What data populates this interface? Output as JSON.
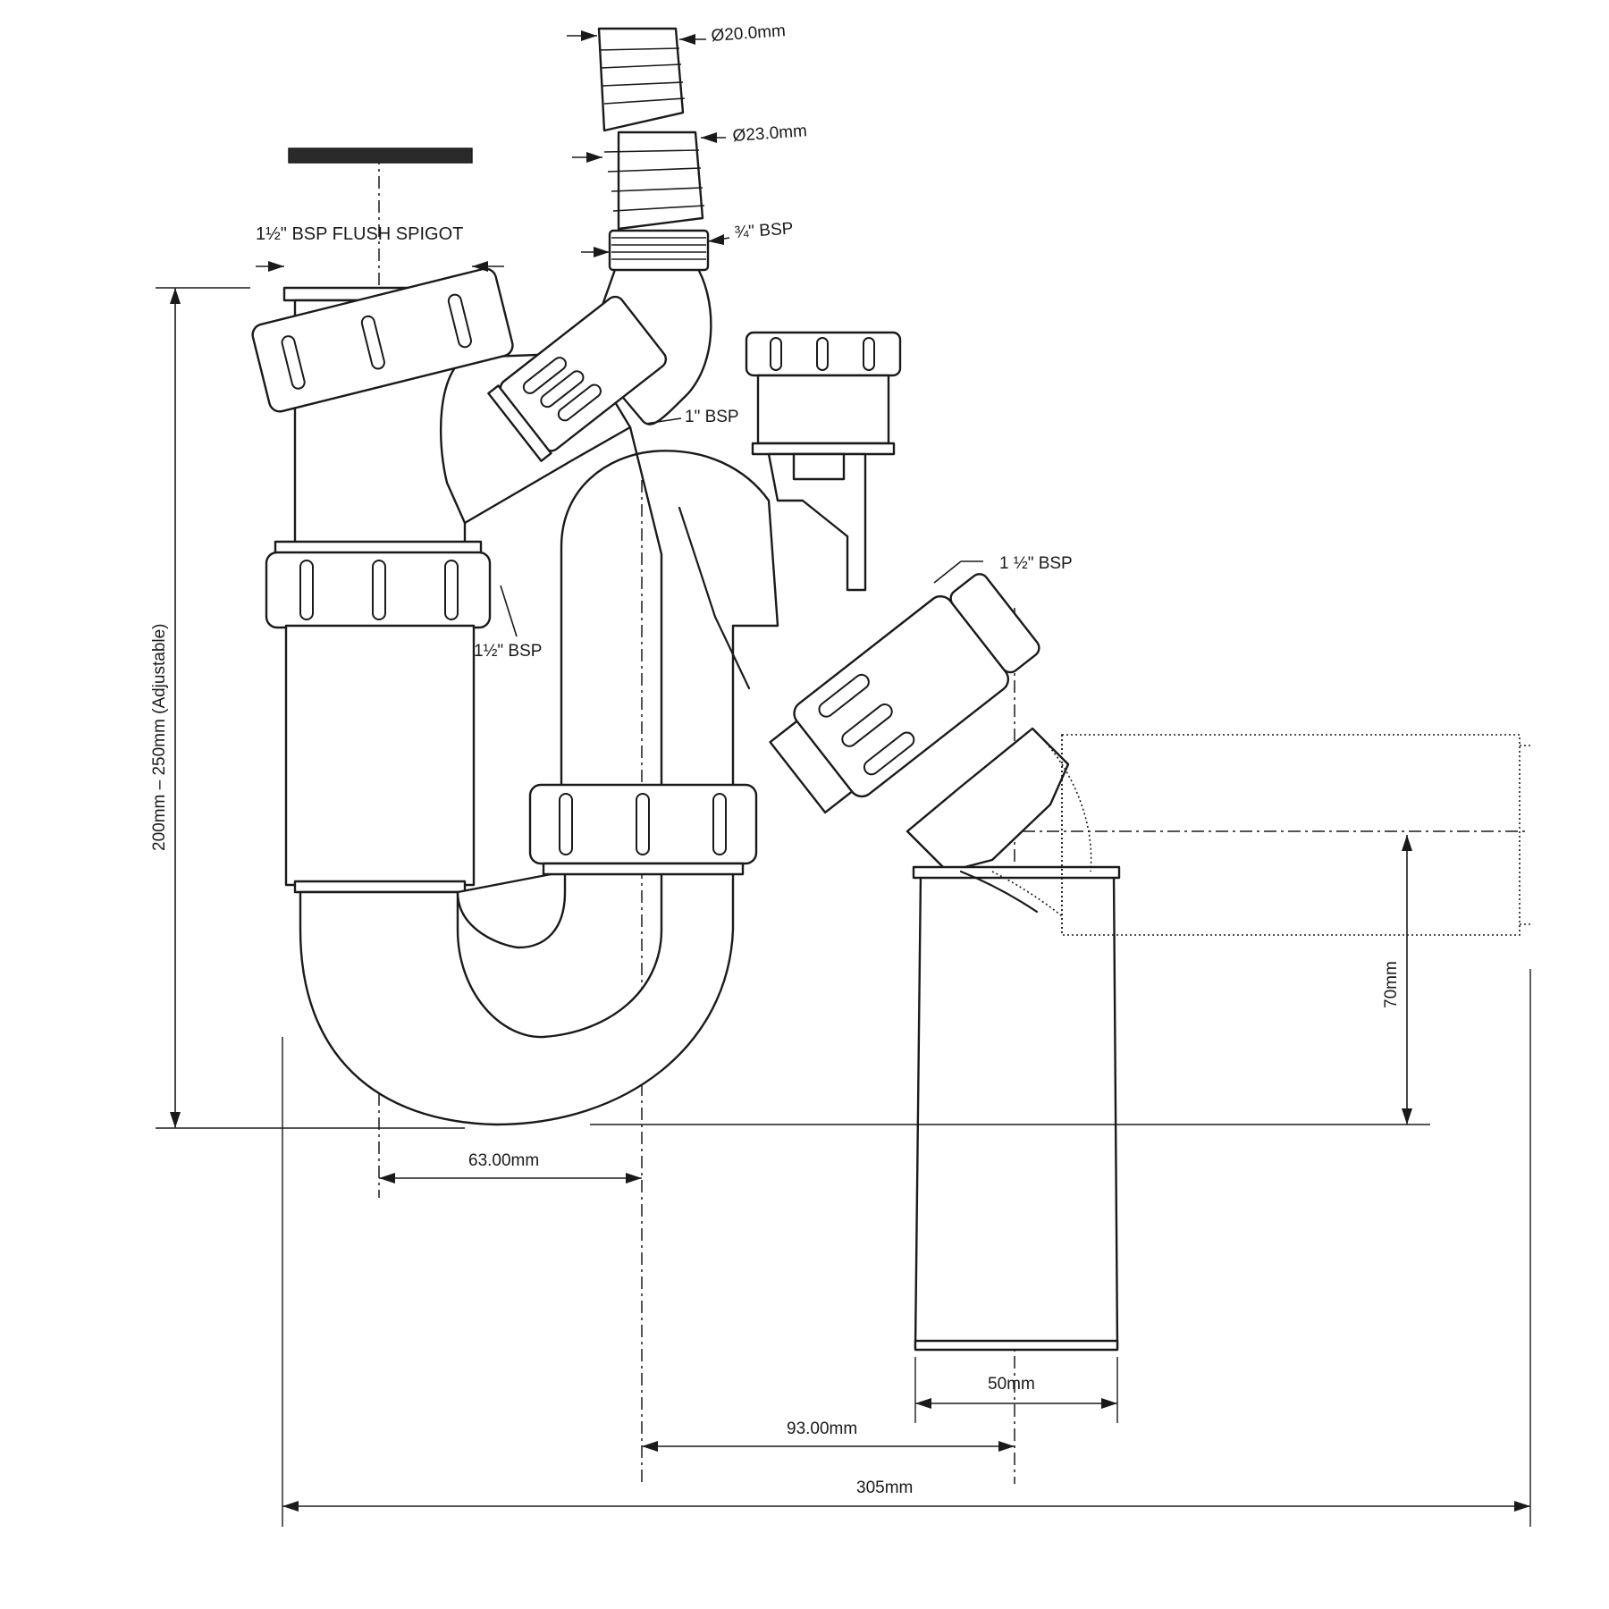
{
  "labels": {
    "flush_spigot": "1½\" BSP FLUSH SPIGOT",
    "dia_20": "Ø20.0mm",
    "dia_23": "Ø23.0mm",
    "bsp_3_4": "¾\" BSP",
    "bsp_1": "1\" BSP",
    "bsp_1_5_right": "1 ½\" BSP",
    "bsp_1_5_left": "1½\" BSP",
    "height_adjustable": "200mm – 250mm (Adjustable)",
    "dim_63": "63.00mm",
    "dim_93": "93.00mm",
    "dim_50": "50mm",
    "dim_70": "70mm",
    "dim_305": "305mm"
  }
}
